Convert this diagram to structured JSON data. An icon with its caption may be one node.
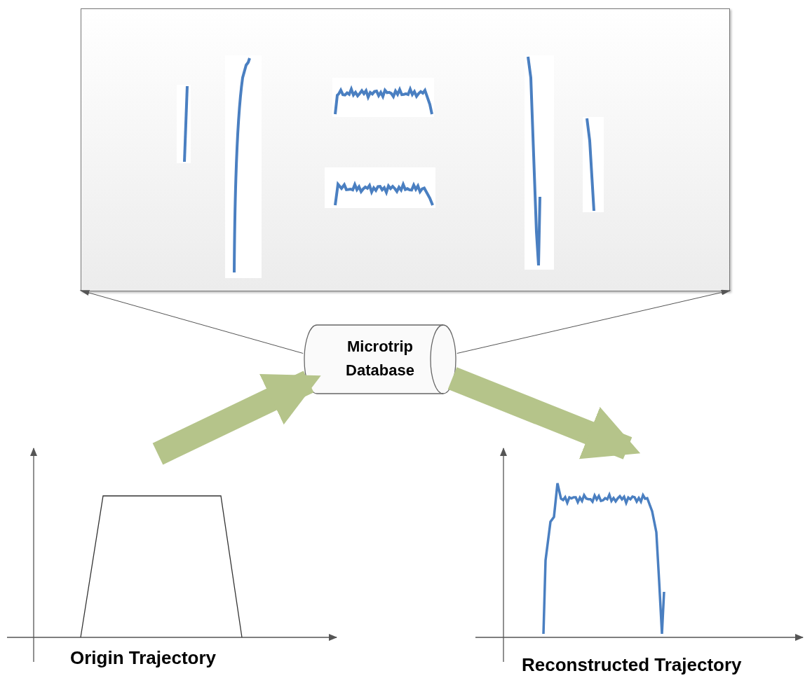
{
  "diagram": {
    "nodes": [
      {
        "text": [],
        "shape": "box"
      },
      {
        "text": [
          "Microtrip Database"
        ]
      },
      {
        "text": [
          "Origin Trajectory"
        ]
      },
      {
        "text": [
          "Reconstructed Trajectory"
        ]
      }
    ],
    "edges": [
      {
        "from": 1,
        "to": 0,
        "arrow": "to"
      },
      {
        "from": 1,
        "to": 0,
        "arrow": "to"
      },
      {
        "from": 2,
        "to": 1,
        "arrow": "to",
        "style": "thick",
        "color": "#b5c48a"
      },
      {
        "from": 1,
        "to": 3,
        "arrow": "to",
        "style": "thick",
        "color": "#b5c48a"
      }
    ]
  }
}
